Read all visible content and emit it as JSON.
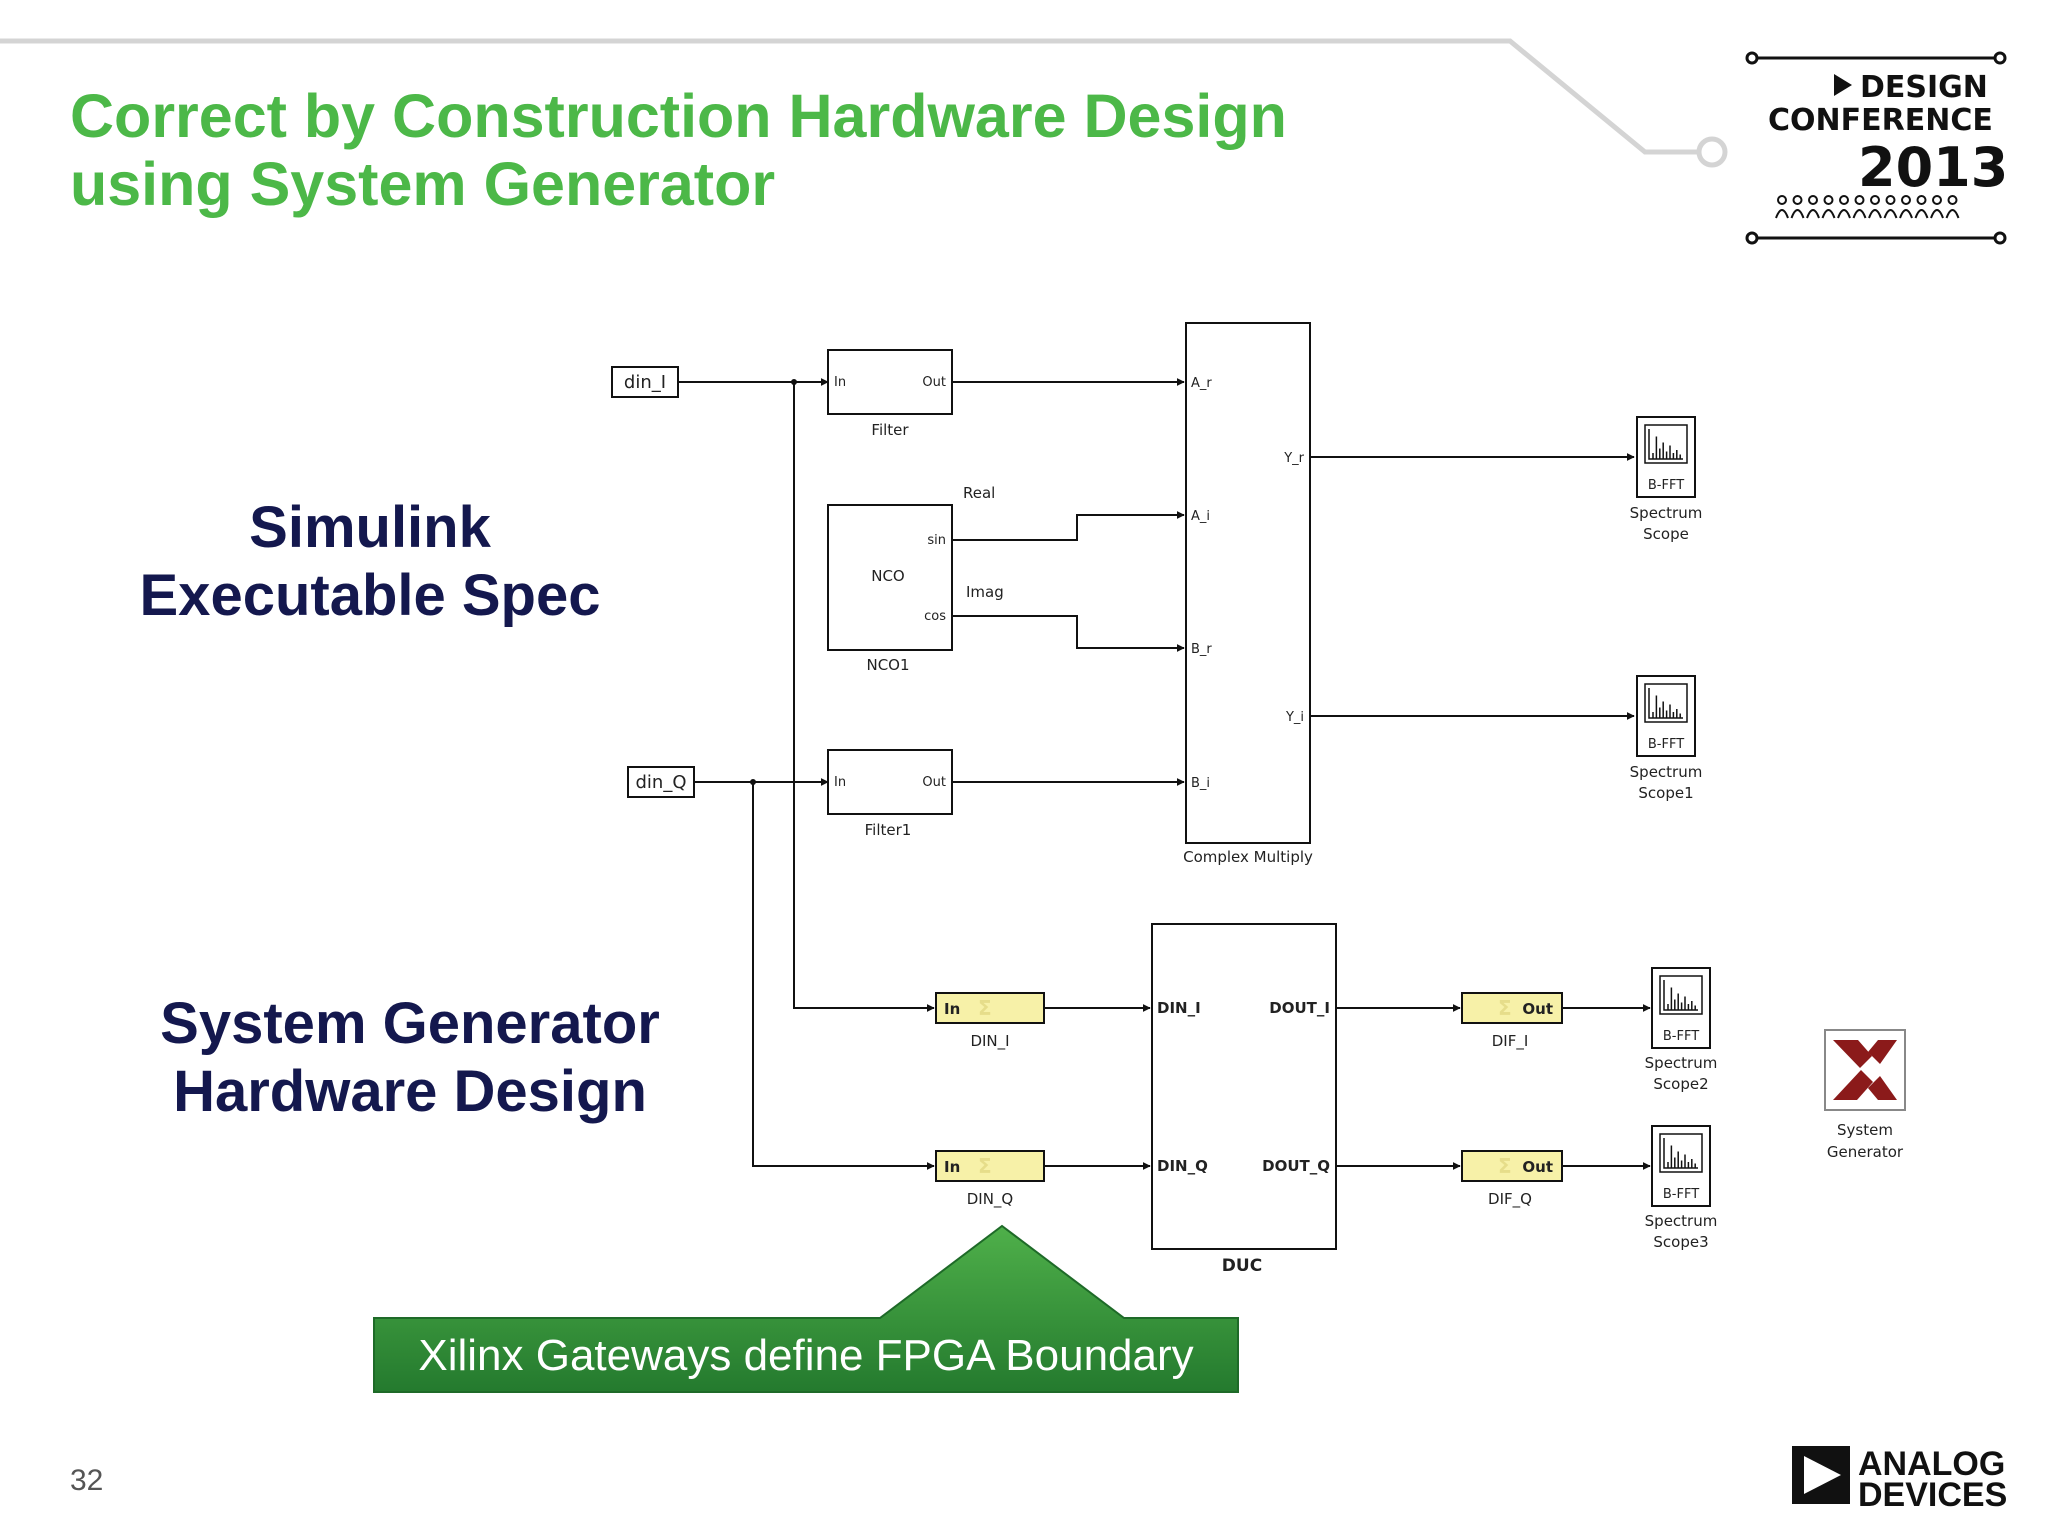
{
  "title": {
    "line1": "Correct by Construction Hardware Design",
    "line2": "using System Generator"
  },
  "sections": {
    "simulink": {
      "line1": "Simulink",
      "line2": "Executable Spec"
    },
    "sysgen": {
      "line1": "System Generator",
      "line2": "Hardware Design"
    }
  },
  "callout": {
    "text": "Xilinx Gateways define FPGA Boundary"
  },
  "page_number": "32",
  "logos": {
    "conference": {
      "line1": "DESIGN",
      "line2": "CONFERENCE",
      "year": "2013"
    },
    "company": {
      "line1": "ANALOG",
      "line2": "DEVICES"
    }
  },
  "simulink": {
    "inputs": {
      "din_i": "din_I",
      "din_q": "din_Q"
    },
    "filter": {
      "in": "In",
      "out": "Out",
      "name": "Filter"
    },
    "filter1": {
      "in": "In",
      "out": "Out",
      "name": "Filter1"
    },
    "nco": {
      "label": "NCO",
      "sin": "sin",
      "cos": "cos",
      "name": "NCO1"
    },
    "signals": {
      "real": "Real",
      "imag": "Imag"
    },
    "complex_multiply": {
      "a_r": "A_r",
      "a_i": "A_i",
      "b_r": "B_r",
      "b_i": "B_i",
      "y_r": "Y_r",
      "y_i": "Y_i",
      "name": "Complex Multiply"
    },
    "scope": {
      "label": "B-FFT",
      "name1": "Spectrum",
      "name2": "Scope"
    },
    "scope1": {
      "label": "B-FFT",
      "name1": "Spectrum",
      "name2": "Scope1"
    }
  },
  "sysgen": {
    "gateway_in_i": {
      "label": "In",
      "name": "DIN_I"
    },
    "gateway_in_q": {
      "label": "In",
      "name": "DIN_Q"
    },
    "duc": {
      "din_i": "DIN_I",
      "din_q": "DIN_Q",
      "dout_i": "DOUT_I",
      "dout_q": "DOUT_Q",
      "name": "DUC"
    },
    "gateway_out_i": {
      "label": "Out",
      "name": "DIF_I"
    },
    "gateway_out_q": {
      "label": "Out",
      "name": "DIF_Q"
    },
    "scope2": {
      "label": "B-FFT",
      "name1": "Spectrum",
      "name2": "Scope2"
    },
    "scope3": {
      "label": "B-FFT",
      "name1": "Spectrum",
      "name2": "Scope3"
    },
    "system_generator": {
      "name1": "System",
      "name2": "Generator"
    }
  },
  "colors": {
    "title_green": "#4CB848",
    "navy": "#14184E",
    "gateway_fill": "#F7F1A8",
    "callout_green": "#2E8B3A",
    "xilinx_red": "#8B1A1A"
  }
}
